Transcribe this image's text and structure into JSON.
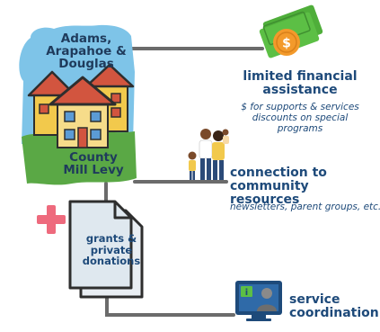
{
  "county": {
    "names": "Adams, Arapahoe & Douglas",
    "levy": "County Mill Levy"
  },
  "funding": {
    "label": "grants & private donations"
  },
  "outcomes": [
    {
      "title": "limited financial assistance",
      "details": [
        "$ for supports & services",
        "discounts on special",
        "programs"
      ]
    },
    {
      "title": "connection to community resources",
      "details": [
        "newsletters, parent groups, etc."
      ]
    },
    {
      "title": "service coordination",
      "details": []
    }
  ],
  "icons": {
    "money": "money-icon",
    "family": "family-icon",
    "coordinator": "computer-person-icon",
    "plus": "plus-icon",
    "houses": "houses-icon",
    "documents": "documents-icon"
  },
  "colors": {
    "sky_blue": "#7ec4e8",
    "grass_green": "#5aa845",
    "connector_gray": "#6b6b6b",
    "plus_pink": "#ee6a7d",
    "text_blue": "#1e4a7a",
    "money_green": "#5cbf45",
    "coin_orange": "#f39a2b"
  }
}
